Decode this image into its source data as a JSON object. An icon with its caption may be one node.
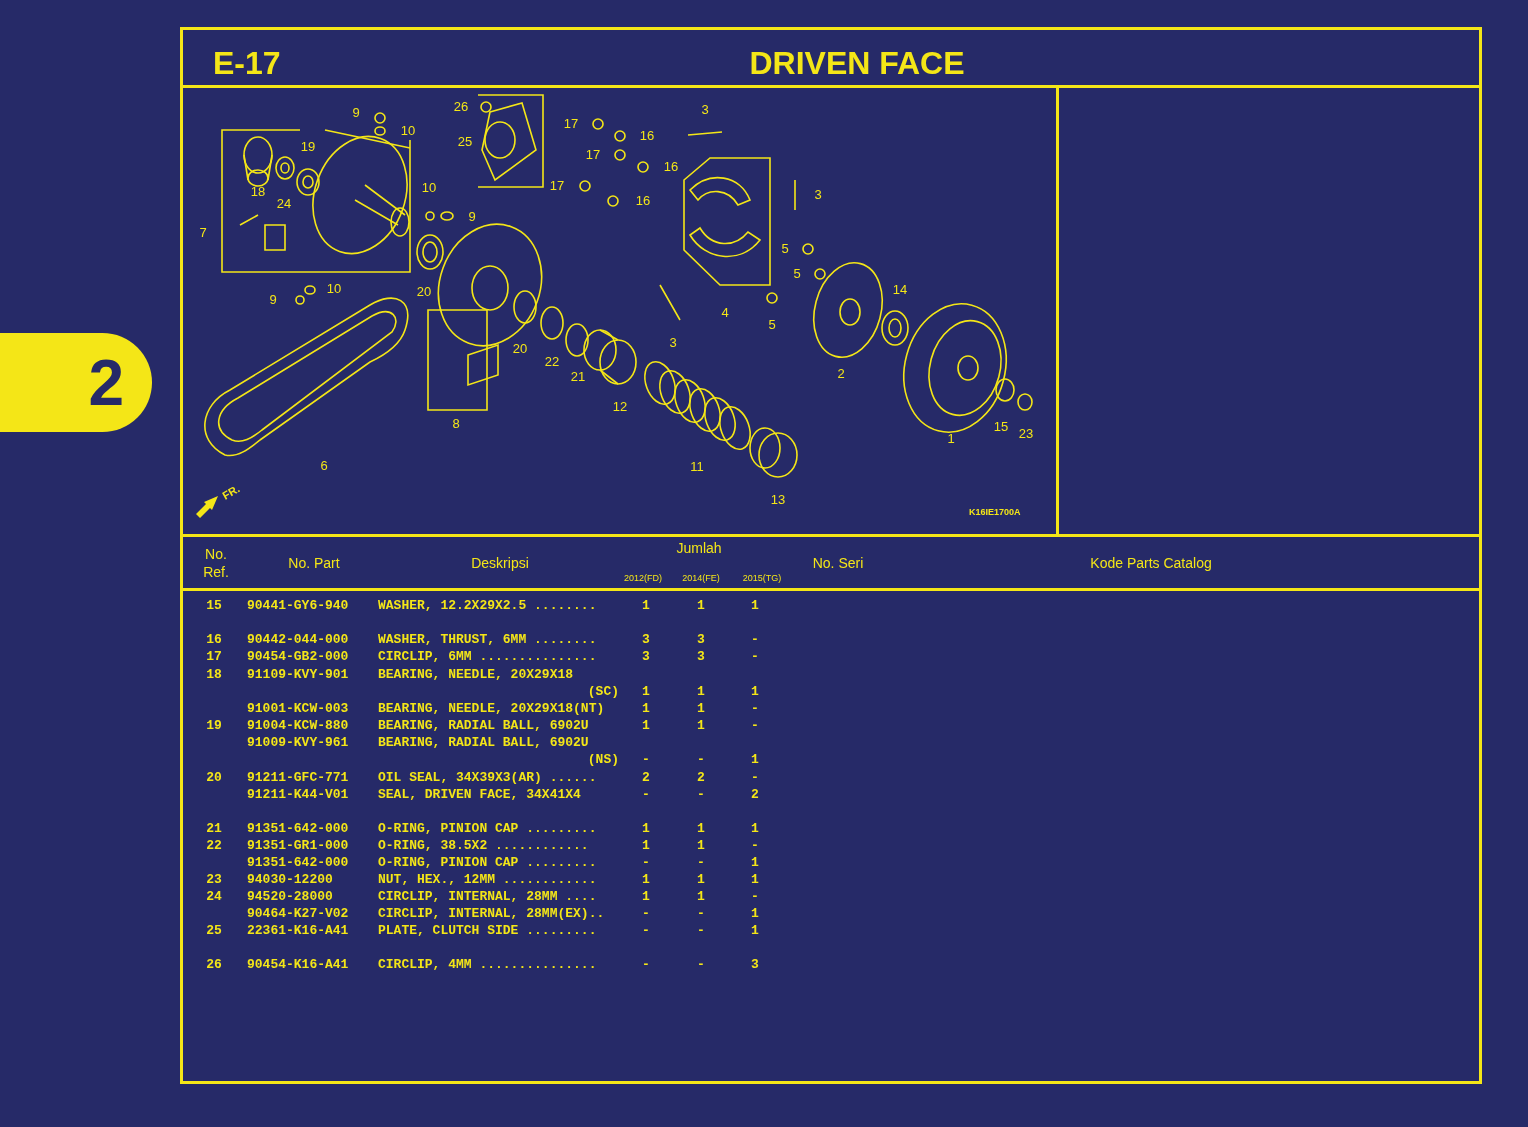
{
  "diagram": {
    "title": "DRIVEN FACE",
    "labels": [
      "2",
      "E-17",
      "9",
      "10",
      "26",
      "25",
      "19",
      "18",
      "24",
      "7",
      "10",
      "9",
      "17",
      "16",
      "17",
      "16",
      "17",
      "16",
      "3",
      "3",
      "5",
      "5",
      "14",
      "9",
      "10",
      "20",
      "20",
      "22",
      "21",
      "12",
      "3",
      "4",
      "5",
      "2",
      "8",
      "6",
      "11",
      "13",
      "1",
      "15",
      "23",
      "FR.",
      "K16IE1700A",
      "No. Ref.",
      "No. Part",
      "Deskripsi",
      "Jumlah",
      "2012(FD)",
      "2014(FE)",
      "2015(TG)",
      "No. Seri",
      "Kode Parts Catalog",
      "15",
      "90441-GY6-940",
      "WASHER, 12.2X29X2.5 ........",
      "1",
      "1",
      "1",
      "16",
      "90442-044-000",
      "WASHER, THRUST, 6MM ........",
      "3",
      "3",
      "-",
      "17",
      "90454-GB2-000",
      "CIRCLIP, 6MM ...............",
      "3",
      "3",
      "-",
      "18",
      "91109-KVY-901",
      "BEARING, NEEDLE, 20X29X18",
      "(SC)",
      "1",
      "1",
      "1",
      "91001-KCW-003",
      "BEARING, NEEDLE, 20X29X18(NT)",
      "1",
      "1",
      "-",
      "19",
      "91004-KCW-880",
      "BEARING, RADIAL BALL, 6902U",
      "1",
      "1",
      "-",
      "91009-KVY-961",
      "BEARING, RADIAL BALL, 6902U",
      "(NS)",
      "-",
      "-",
      "1",
      "20",
      "91211-GFC-771",
      "OIL SEAL, 34X39X3(AR) ......",
      "2",
      "2",
      "-",
      "91211-K44-V01",
      "SEAL, DRIVEN FACE, 34X41X4",
      "-",
      "-",
      "2",
      "21",
      "91351-642-000",
      "O-RING, PINION CAP .........",
      "1",
      "1",
      "1",
      "22",
      "91351-GR1-000",
      "O-RING, 38.5X2 ............",
      "1",
      "1",
      "-",
      "91351-642-000",
      "O-RING, PINION CAP .........",
      "-",
      "-",
      "1",
      "23",
      "94030-12200",
      "NUT, HEX., 12MM ............",
      "1",
      "1",
      "1",
      "24",
      "94520-28000",
      "CIRCLIP, INTERNAL, 28MM ....",
      "1",
      "1",
      "-",
      "90464-K27-V02",
      "CIRCLIP, INTERNAL, 28MM(EX)..",
      "-",
      "-",
      "1",
      "25",
      "22361-K16-A41",
      "PLATE, CLUTCH SIDE .........",
      "-",
      "-",
      "1",
      "26",
      "90454-K16-A41",
      "CIRCLIP, 4MM ...............",
      "-",
      "-",
      "3"
    ]
  }
}
